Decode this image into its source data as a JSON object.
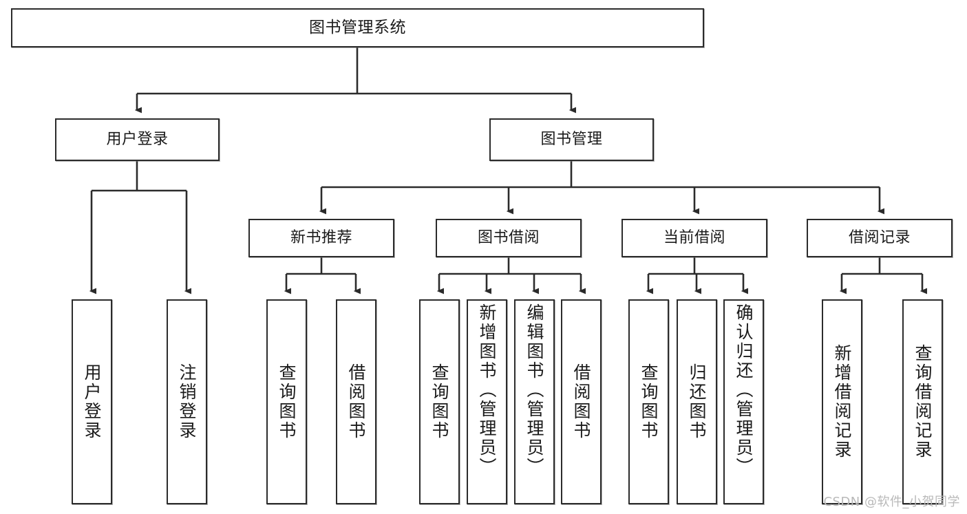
{
  "diagram": {
    "type": "tree",
    "title": "图书管理系统",
    "orientation": "top-down",
    "style": {
      "node_border_color": "#2b2b2b",
      "node_fill_color": "#ffffff",
      "edge_color": "#2b2b2b",
      "background_color": "#ffffff",
      "text_color": "#1a1a1a"
    },
    "nodes": {
      "root": {
        "id": "root",
        "label": "图书管理系统",
        "level": 1,
        "text_direction": "horizontal"
      },
      "n_login": {
        "id": "n_login",
        "label": "用户登录",
        "level": 2,
        "text_direction": "horizontal"
      },
      "n_book_mgmt": {
        "id": "n_book_mgmt",
        "label": "图书管理",
        "level": 2,
        "text_direction": "horizontal"
      },
      "n_new_book_rec": {
        "id": "n_new_book_rec",
        "label": "新书推荐",
        "level": 3,
        "text_direction": "horizontal"
      },
      "n_book_borrow": {
        "id": "n_book_borrow",
        "label": "图书借阅",
        "level": 3,
        "text_direction": "horizontal"
      },
      "n_current_borrow": {
        "id": "n_current_borrow",
        "label": "当前借阅",
        "level": 3,
        "text_direction": "horizontal"
      },
      "n_borrow_record": {
        "id": "n_borrow_record",
        "label": "借阅记录",
        "level": 3,
        "text_direction": "horizontal"
      },
      "l_user_login": {
        "id": "l_user_login",
        "label": "用户登录",
        "level": 4,
        "text_direction": "vertical"
      },
      "l_user_logout": {
        "id": "l_user_logout",
        "label": "注销登录",
        "level": 4,
        "text_direction": "vertical"
      },
      "l_query_book_1": {
        "id": "l_query_book_1",
        "label": "查询图书",
        "level": 4,
        "text_direction": "vertical"
      },
      "l_borrow_book_1": {
        "id": "l_borrow_book_1",
        "label": "借阅图书",
        "level": 4,
        "text_direction": "vertical"
      },
      "l_query_book_2": {
        "id": "l_query_book_2",
        "label": "查询图书",
        "level": 4,
        "text_direction": "vertical"
      },
      "l_add_book": {
        "id": "l_add_book",
        "label": "新增图书（管理员）",
        "level": 4,
        "text_direction": "vertical"
      },
      "l_edit_book": {
        "id": "l_edit_book",
        "label": "编辑图书（管理员）",
        "level": 4,
        "text_direction": "vertical"
      },
      "l_borrow_book_2": {
        "id": "l_borrow_book_2",
        "label": "借阅图书",
        "level": 4,
        "text_direction": "vertical"
      },
      "l_query_book_3": {
        "id": "l_query_book_3",
        "label": "查询图书",
        "level": 4,
        "text_direction": "vertical"
      },
      "l_return_book": {
        "id": "l_return_book",
        "label": "归还图书",
        "level": 4,
        "text_direction": "vertical"
      },
      "l_confirm_return": {
        "id": "l_confirm_return",
        "label": "确认归还（管理员）",
        "level": 4,
        "text_direction": "vertical"
      },
      "l_add_record": {
        "id": "l_add_record",
        "label": "新增借阅记录",
        "level": 4,
        "text_direction": "vertical"
      },
      "l_query_record": {
        "id": "l_query_record",
        "label": "查询借阅记录",
        "level": 4,
        "text_direction": "vertical"
      }
    },
    "edges": [
      {
        "from": "root",
        "to": "n_login"
      },
      {
        "from": "root",
        "to": "n_book_mgmt"
      },
      {
        "from": "n_login",
        "to": "l_user_login"
      },
      {
        "from": "n_login",
        "to": "l_user_logout"
      },
      {
        "from": "n_book_mgmt",
        "to": "n_new_book_rec"
      },
      {
        "from": "n_book_mgmt",
        "to": "n_book_borrow"
      },
      {
        "from": "n_book_mgmt",
        "to": "n_current_borrow"
      },
      {
        "from": "n_book_mgmt",
        "to": "n_borrow_record"
      },
      {
        "from": "n_new_book_rec",
        "to": "l_query_book_1"
      },
      {
        "from": "n_new_book_rec",
        "to": "l_borrow_book_1"
      },
      {
        "from": "n_book_borrow",
        "to": "l_query_book_2"
      },
      {
        "from": "n_book_borrow",
        "to": "l_add_book"
      },
      {
        "from": "n_book_borrow",
        "to": "l_edit_book"
      },
      {
        "from": "n_book_borrow",
        "to": "l_borrow_book_2"
      },
      {
        "from": "n_current_borrow",
        "to": "l_query_book_3"
      },
      {
        "from": "n_current_borrow",
        "to": "l_return_book"
      },
      {
        "from": "n_current_borrow",
        "to": "l_confirm_return"
      },
      {
        "from": "n_borrow_record",
        "to": "l_add_record"
      },
      {
        "from": "n_borrow_record",
        "to": "l_query_record"
      }
    ]
  },
  "watermark": {
    "text": "CSDN @软件_小贺同学",
    "color": "#b9b9b9"
  }
}
